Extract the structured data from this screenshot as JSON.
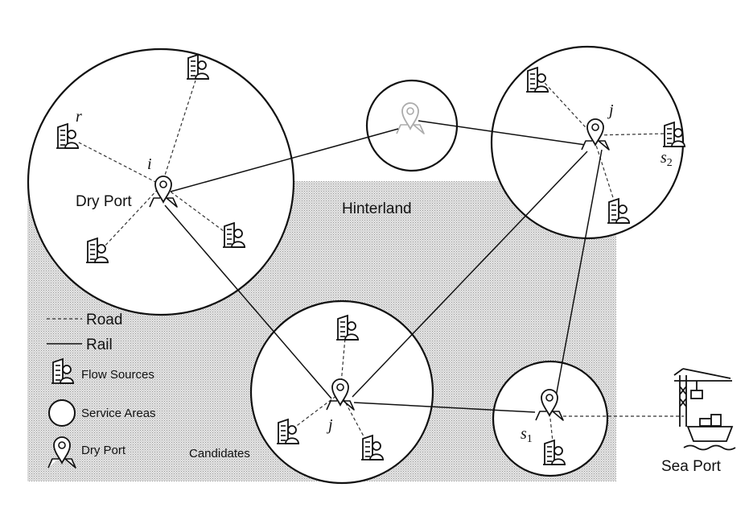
{
  "labels": {
    "hinterland": "Hinterland",
    "dry_port_main": "Dry Port",
    "candidates": "Candidates",
    "sea_port": "Sea Port",
    "node_r": "r",
    "node_i": "i",
    "node_j_top": "j",
    "node_j_bottom": "j",
    "node_s2_base": "s",
    "node_s2_sub": "2",
    "node_s1_base": "s",
    "node_s1_sub": "1"
  },
  "legend": {
    "road": "Road",
    "rail": "Rail",
    "flow_sources": "Flow Sources",
    "service_areas": "Service Areas",
    "dry_port": "Dry Port"
  },
  "icons": {
    "flow_source": "flow-source-icon",
    "dry_port": "dry-port-pin-icon",
    "sea_port": "sea-port-crane-ship-icon"
  },
  "colors": {
    "stroke": "#111111",
    "hinterland_fill": "#d9d9d9",
    "faded_icon": "#aaaaaa"
  }
}
